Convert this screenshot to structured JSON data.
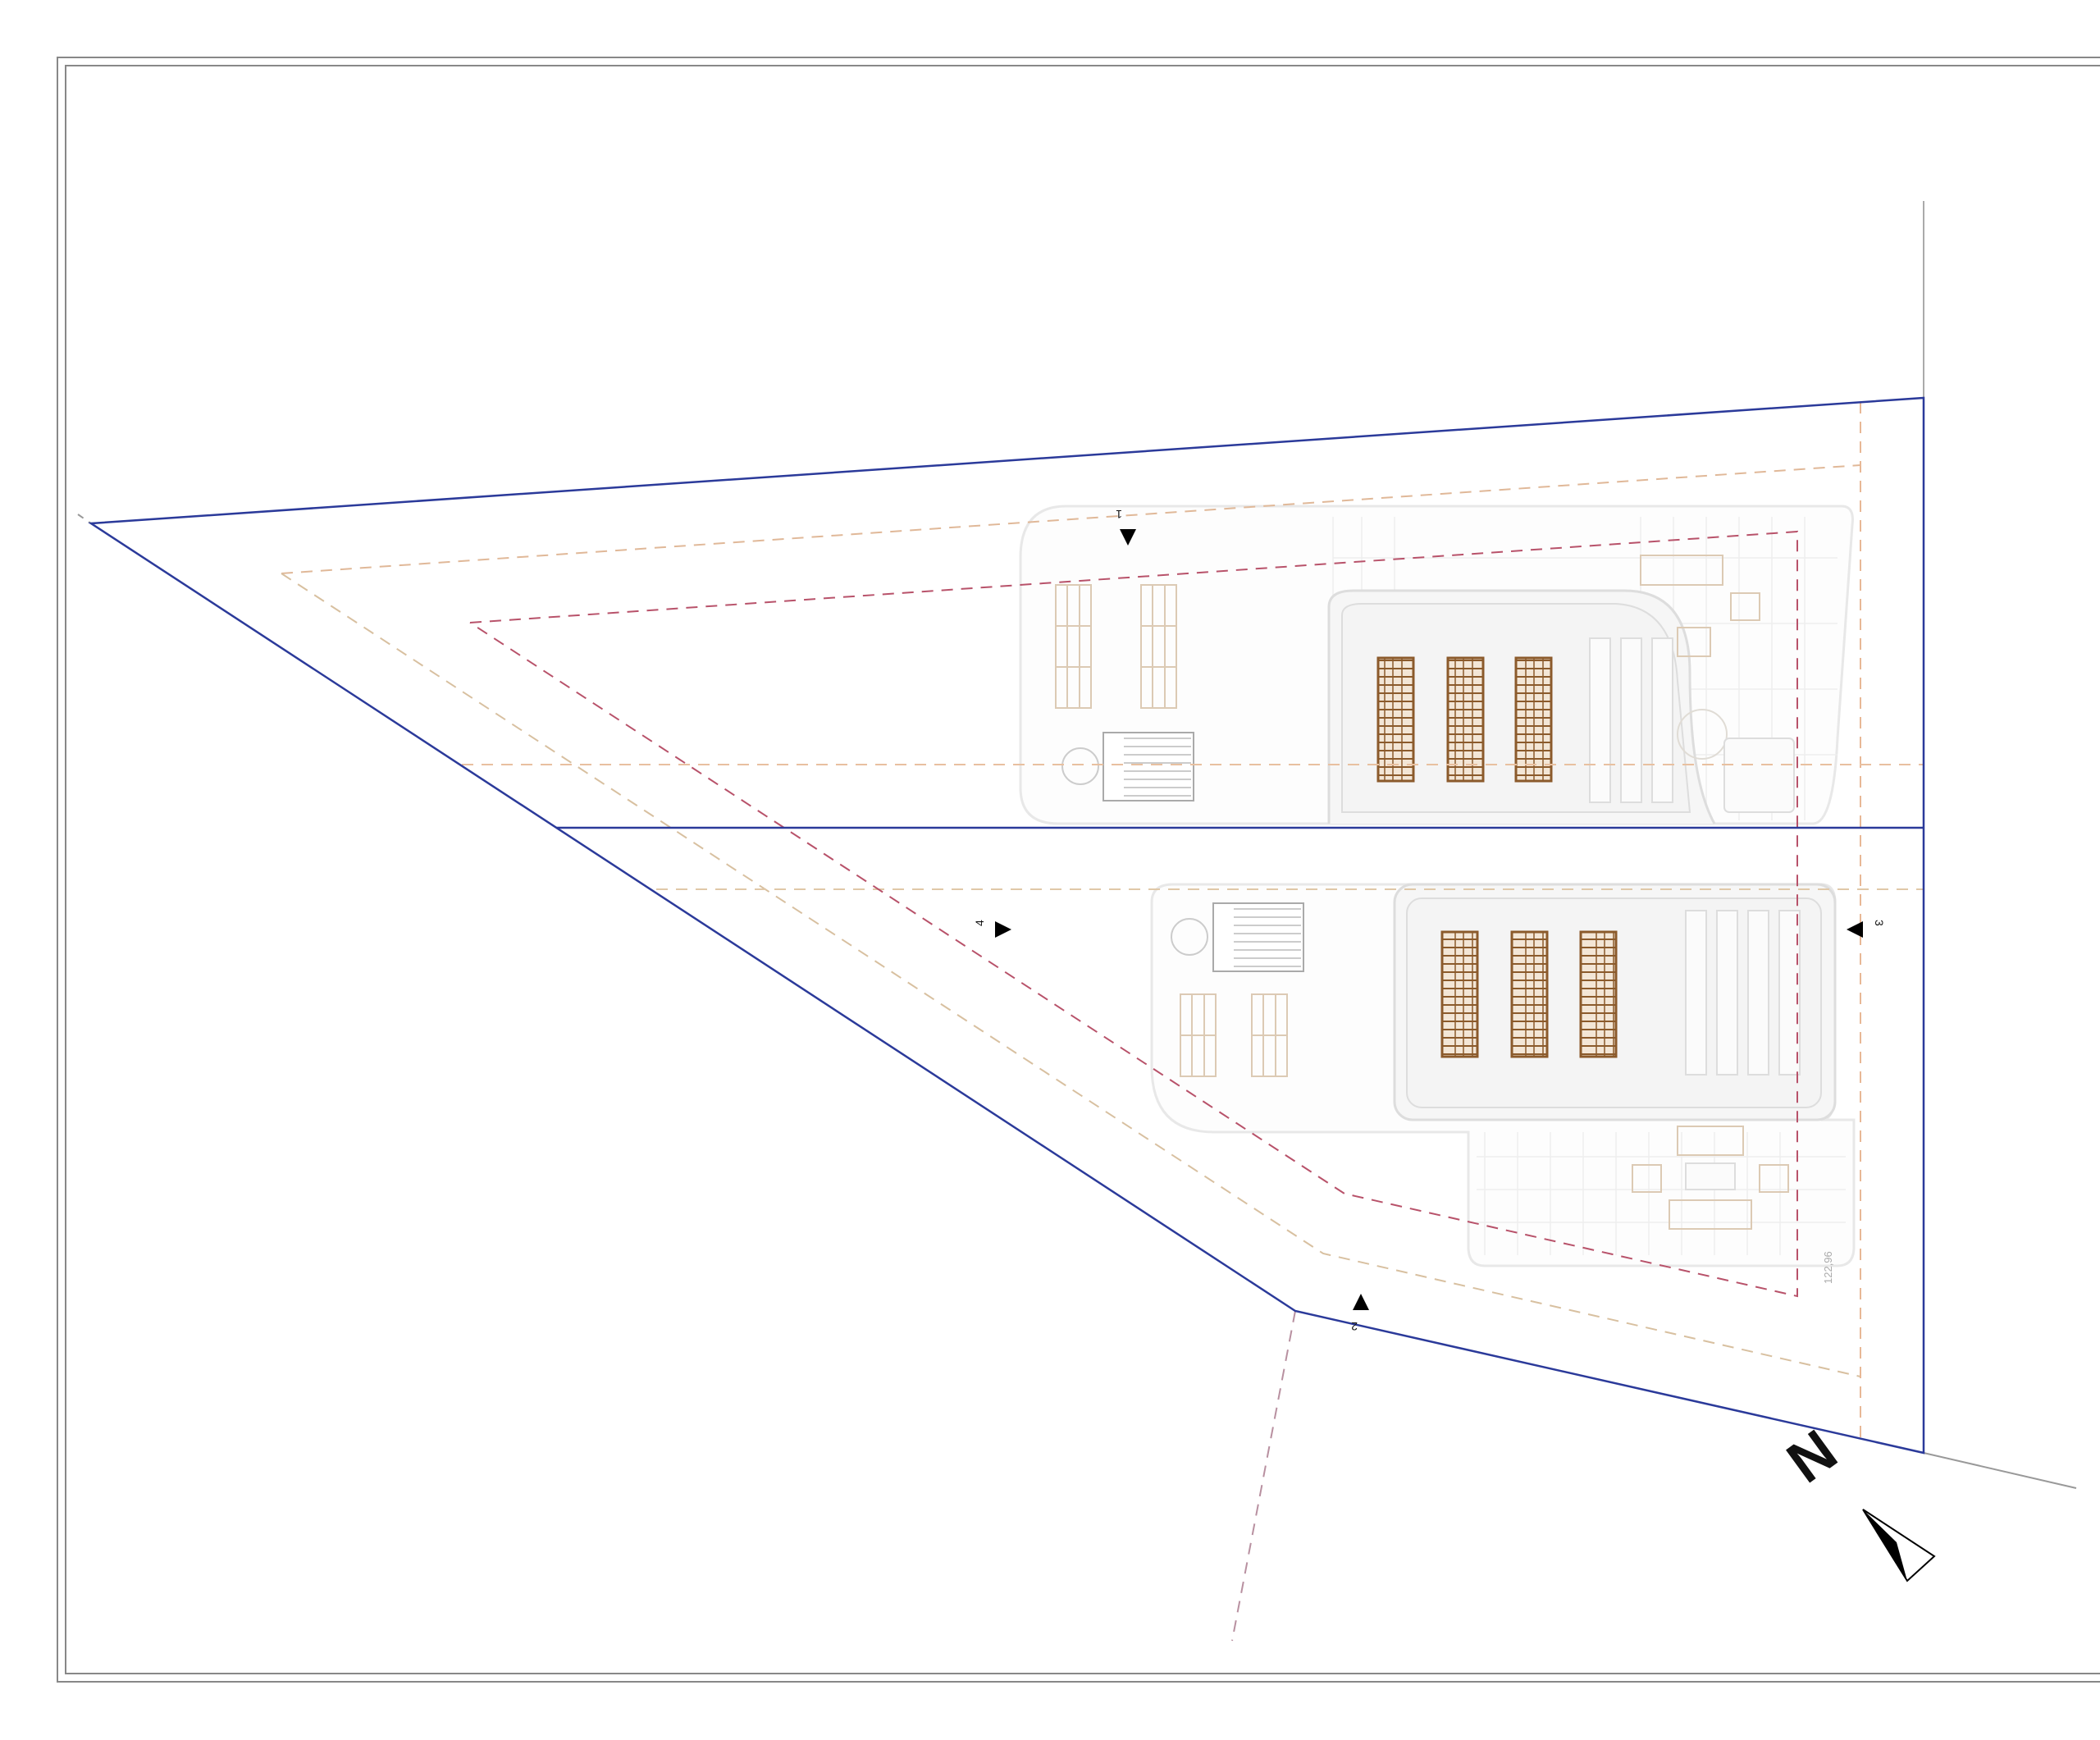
{
  "drawing": {
    "type": "site-plan",
    "section_markers": [
      {
        "id": "section-1",
        "label": "1"
      },
      {
        "id": "section-2",
        "label": "2"
      },
      {
        "id": "section-3",
        "label": "3"
      },
      {
        "id": "section-4",
        "label": "4"
      }
    ],
    "north_label": "N",
    "dimension_label": "122,96",
    "colors": {
      "parcel": "#2b3a9a",
      "setback_outer": "#e8b896",
      "setback_inner": "#b8526a",
      "pergola": "#8b5a2b",
      "frame": "#888888"
    }
  }
}
